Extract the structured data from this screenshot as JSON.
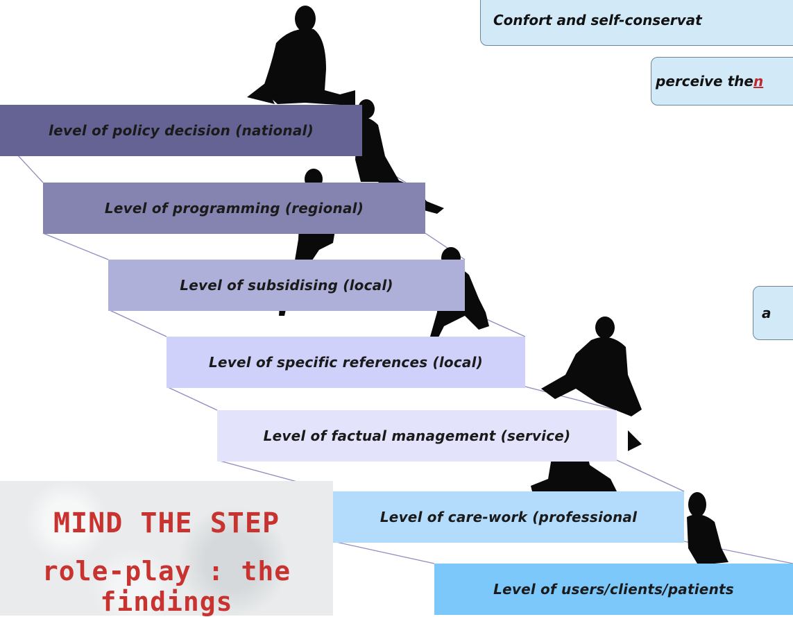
{
  "bubbles": {
    "top": "Confort and self-conservat",
    "second_prefix": "perceive the ",
    "second_highlight": "n",
    "third": "a"
  },
  "steps": [
    "level of policy decision (national)",
    "Level of programming (regional)",
    "Level of subsidising (local)",
    "Level of specific references (local)",
    "Level of factual management (service)",
    "Level of care-work (professional",
    "Level of users/clients/patients"
  ],
  "title": {
    "line1": "MIND THE STEP",
    "line2": "role-play : the findings"
  },
  "colors": {
    "step_fills": [
      "#646393",
      "#8584b1",
      "#afb0d9",
      "#d0d1fb",
      "#e3e4fc",
      "#b3dbfb",
      "#7cc8fb"
    ],
    "connector": "#8c8cc0",
    "title_text": "#c8322f"
  }
}
